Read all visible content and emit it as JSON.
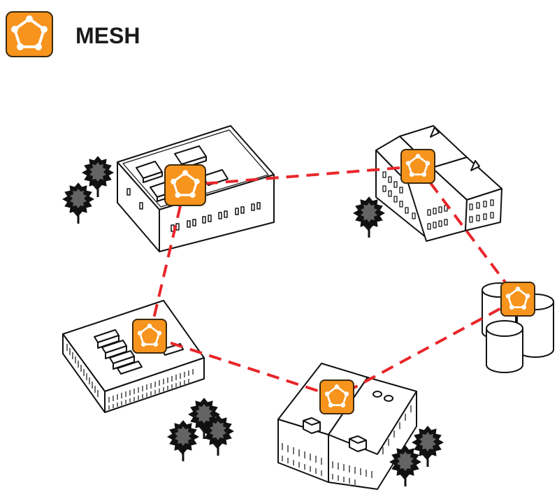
{
  "title": "MESH",
  "colors": {
    "accent": "#f7941d",
    "accent_border": "#3a2a10",
    "link": "#e8262a",
    "ink": "#1a1a1a",
    "paper": "#ffffff"
  },
  "icons": {
    "logo": "mesh-network-icon",
    "node": "mesh-node-icon",
    "tree": "tree-icon"
  },
  "nodes": [
    {
      "id": "building-top-left"
    },
    {
      "id": "building-top-right"
    },
    {
      "id": "storage-tanks-right"
    },
    {
      "id": "building-bottom-center"
    },
    {
      "id": "building-left"
    }
  ],
  "links": [
    [
      "building-top-left",
      "building-top-right"
    ],
    [
      "building-top-right",
      "storage-tanks-right"
    ],
    [
      "storage-tanks-right",
      "building-bottom-center"
    ],
    [
      "building-bottom-center",
      "building-left"
    ],
    [
      "building-left",
      "building-top-left"
    ]
  ]
}
